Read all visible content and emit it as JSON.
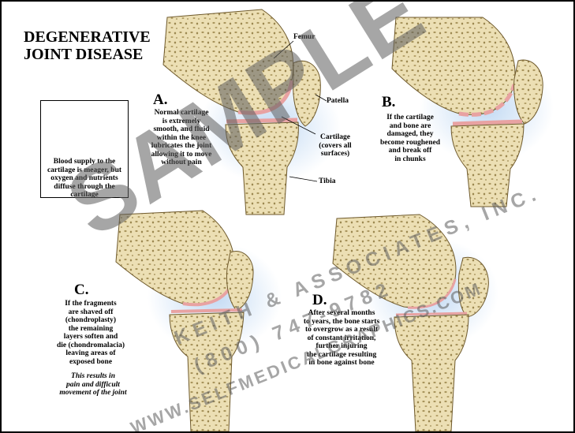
{
  "title": {
    "line1": "DEGENERATIVE",
    "line2": "JOINT DISEASE"
  },
  "panels": {
    "a": {
      "letter": "A.",
      "caption": [
        "Normal cartilage",
        "is extremely",
        "smooth, and fluid",
        "within the knee",
        "lubricates the joint",
        "allowing it to move",
        "without pain"
      ]
    },
    "b": {
      "letter": "B.",
      "caption": [
        "If the cartilage",
        "and bone are",
        "damaged, they",
        "become roughened",
        "and break off",
        "in chunks"
      ]
    },
    "c": {
      "letter": "C.",
      "caption": [
        "If the fragments",
        "are shaved off",
        "(chondroplasty)",
        "the remaining",
        "layers soften and",
        "die (chondromalacia)",
        "leaving areas of",
        "exposed bone"
      ],
      "note": [
        "This results in",
        "pain and difficult",
        "movement of the joint"
      ]
    },
    "d": {
      "letter": "D.",
      "caption": [
        "After several months",
        "to years, the bone starts",
        "to overgrow as a result",
        "of constant irritation,",
        "further injuring",
        "the cartilage resulting",
        "in bone against bone"
      ]
    }
  },
  "labels": {
    "femur": "Femur",
    "patella": "Patella",
    "cartilage": [
      "Cartilage",
      "(covers all",
      "surfaces)"
    ],
    "tibia": "Tibia"
  },
  "inset": {
    "caption": [
      "Blood supply to the",
      "cartilage is meager, but",
      "oxygen and nutrients",
      "diffuse through the",
      "cartilage"
    ]
  },
  "watermark": {
    "sample": "SAMPLE",
    "company": "KEITH & ASSOCIATES, INC.",
    "phone": "(800) 747-9782",
    "web": "WWW.SELFMEDICALGRAPHICS.COM"
  },
  "colors": {
    "bone": "#ecdfb4",
    "bone_edge": "#6f5a2c",
    "cartilage": "#e8a2a2",
    "glow": "#bcd6f2",
    "vessel": "#c41c1c",
    "watermark": "#5e5e5e"
  }
}
